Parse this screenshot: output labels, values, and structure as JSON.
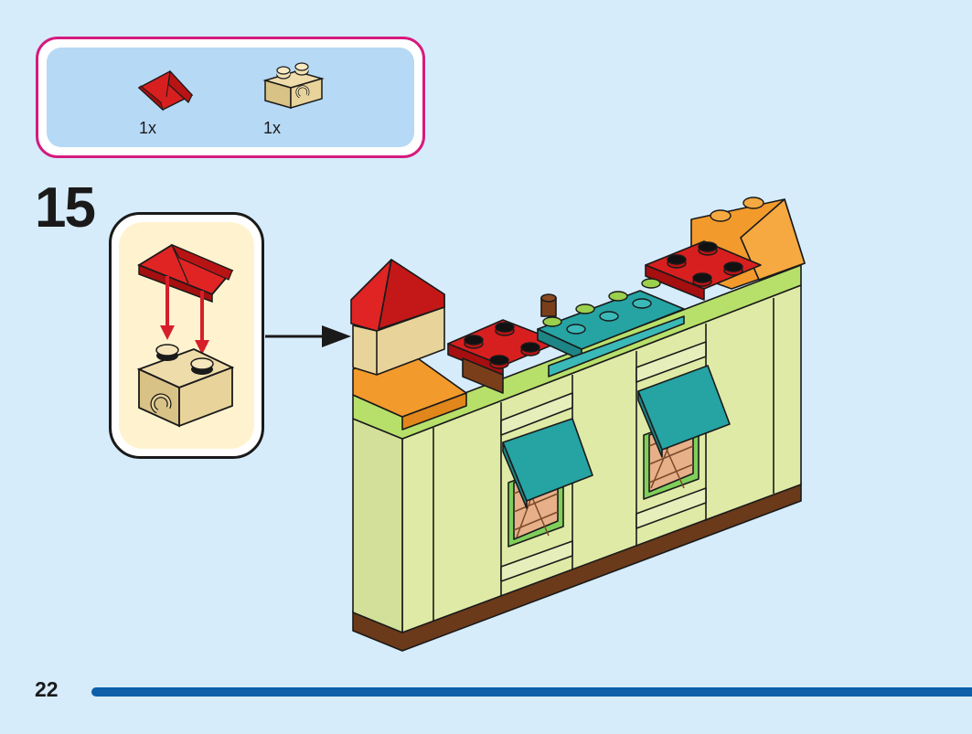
{
  "step": {
    "number": "15"
  },
  "parts": [
    {
      "name": "red-roof-slope-piece",
      "qty": "1x"
    },
    {
      "name": "tan-brick-with-clip",
      "qty": "1x"
    }
  ],
  "page": {
    "number": "22",
    "progress": 1.0
  },
  "colors": {
    "background": "#d6ecfb",
    "parts_border": "#d61a7e",
    "parts_fill": "#b6d9f6",
    "callout_fill": "#fff3cf",
    "progress": "#0c5fa8",
    "wall": "#dfeaa6",
    "roof_red": "#d81f1f",
    "orange": "#f39a2c",
    "teal": "#26a3a3",
    "tan": "#e8d39a",
    "brown": "#6b3a1a",
    "lime": "#b7e06a"
  },
  "icons": [
    "arrow-right-icon",
    "arrow-down-icon"
  ]
}
